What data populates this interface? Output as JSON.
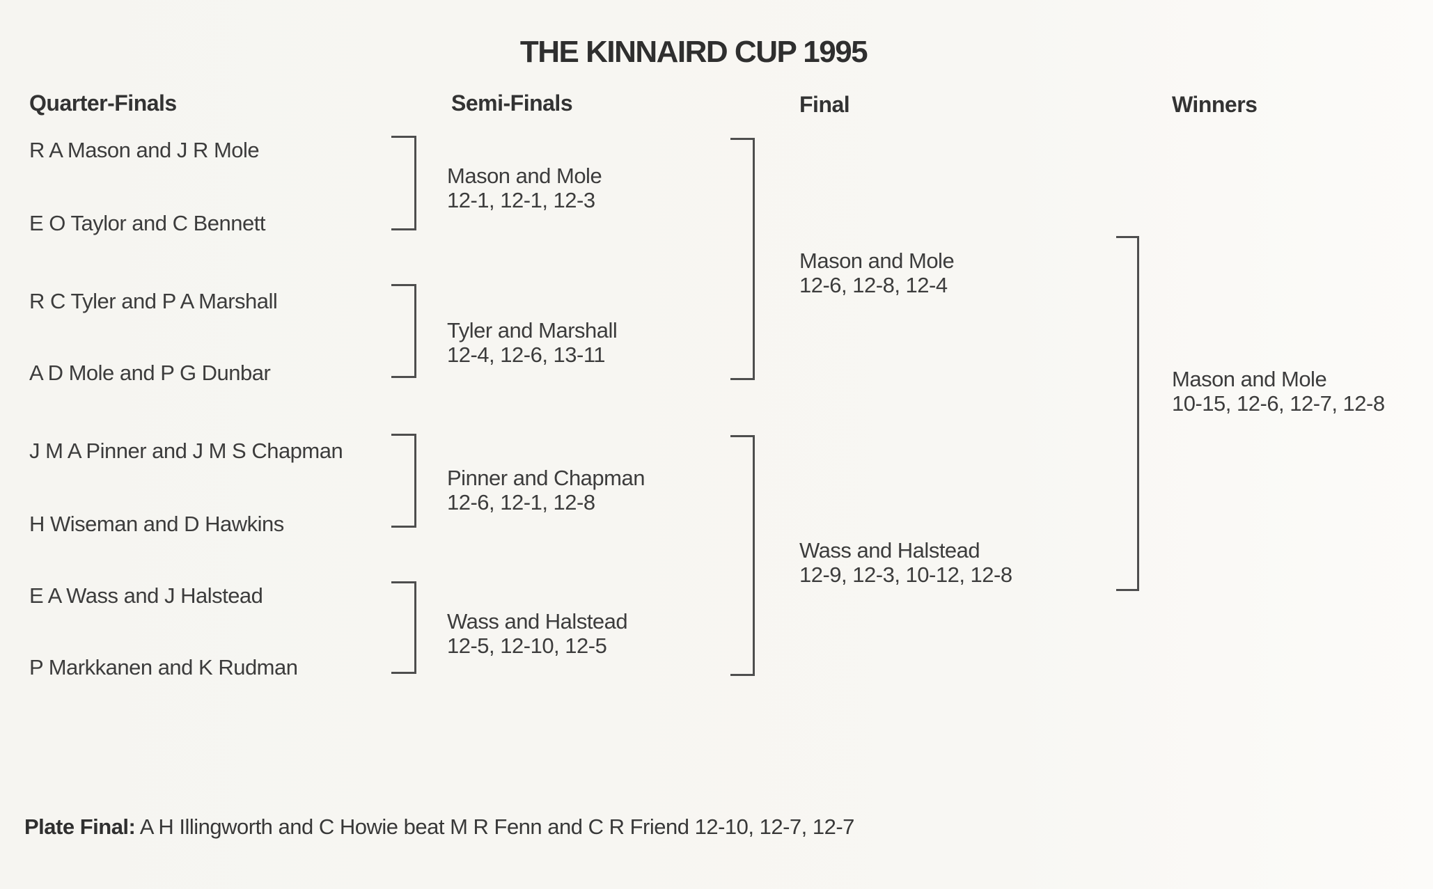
{
  "title": "THE KINNAIRD CUP 1995",
  "columns": {
    "quarter_finals": "Quarter-Finals",
    "semi_finals": "Semi-Finals",
    "final": "Final",
    "winners": "Winners"
  },
  "quarter_finalists": [
    "R A Mason and J R Mole",
    "E O Taylor and C Bennett",
    "R C Tyler and P A Marshall",
    "A D Mole and P G Dunbar",
    "J M A Pinner and J M S Chapman",
    "H Wiseman and D Hawkins",
    "E A Wass and J Halstead",
    "P Markkanen and K Rudman"
  ],
  "semi_finalists": [
    {
      "team": "Mason and Mole",
      "score": "12-1, 12-1, 12-3"
    },
    {
      "team": "Tyler and Marshall",
      "score": "12-4, 12-6, 13-11"
    },
    {
      "team": "Pinner and Chapman",
      "score": "12-6, 12-1, 12-8"
    },
    {
      "team": "Wass and Halstead",
      "score": "12-5, 12-10, 12-5"
    }
  ],
  "finalists": [
    {
      "team": "Mason and Mole",
      "score": "12-6, 12-8, 12-4"
    },
    {
      "team": "Wass and Halstead",
      "score": "12-9, 12-3, 10-12, 12-8"
    }
  ],
  "winner": {
    "team": "Mason and Mole",
    "score": "10-15, 12-6, 12-7, 12-8"
  },
  "plate_final": {
    "label": "Plate Final:",
    "text": " A H Illingworth and C Howie beat M R Fenn and C R Friend 12-10, 12-7, 12-7"
  },
  "colors": {
    "background": "#f6f5f1",
    "text": "#3c3c3c",
    "line": "#4e4e4e"
  }
}
